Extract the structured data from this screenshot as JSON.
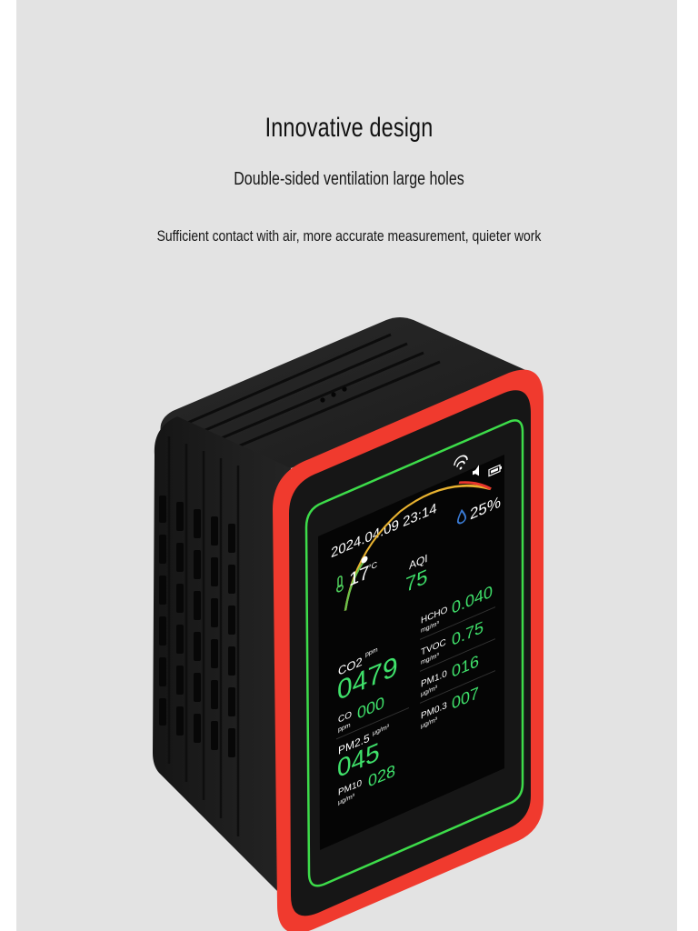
{
  "page": {
    "title": "Innovative design",
    "subtitle": "Double-sided ventilation large holes",
    "description": "Sufficient contact with air, more accurate measurement, quieter work"
  },
  "device": {
    "status_icons": [
      "wifi-icon",
      "speaker-icon",
      "battery-icon"
    ],
    "datetime": "2024.04.09 23:14",
    "humidity": {
      "icon": "water-drop-icon",
      "value": "25%"
    },
    "temperature": {
      "icon": "thermometer-icon",
      "value": "17",
      "unit": "°C"
    },
    "aqi": {
      "label": "AQI",
      "value": "75"
    },
    "readings": {
      "co2": {
        "label": "CO2",
        "unit": "ppm",
        "value": "0479"
      },
      "co": {
        "label": "CO",
        "unit": "ppm",
        "value": "000"
      },
      "pm25": {
        "label": "PM2.5",
        "unit": "μg/m³",
        "value": "045"
      },
      "pm10": {
        "label": "PM10",
        "unit": "μg/m³",
        "value": "028"
      },
      "hcho": {
        "label": "HCHO",
        "unit": "mg/m³",
        "value": "0.040"
      },
      "tvoc": {
        "label": "TVOC",
        "unit": "mg/m³",
        "value": "0.75"
      },
      "pm1": {
        "label": "PM1.0",
        "unit": "μg/m³",
        "value": "016"
      },
      "pm03": {
        "label": "PM0.3",
        "unit": "μg/m³",
        "value": "007"
      }
    }
  },
  "colors": {
    "background": "#e3e3e3",
    "housing": "#1a1a1a",
    "bezel_accent": "#f03a2e",
    "frame_line": "#3ddc4a",
    "digits": "#3fe06a",
    "labels": "#ffffff",
    "droplet": "#3a7bd5"
  }
}
